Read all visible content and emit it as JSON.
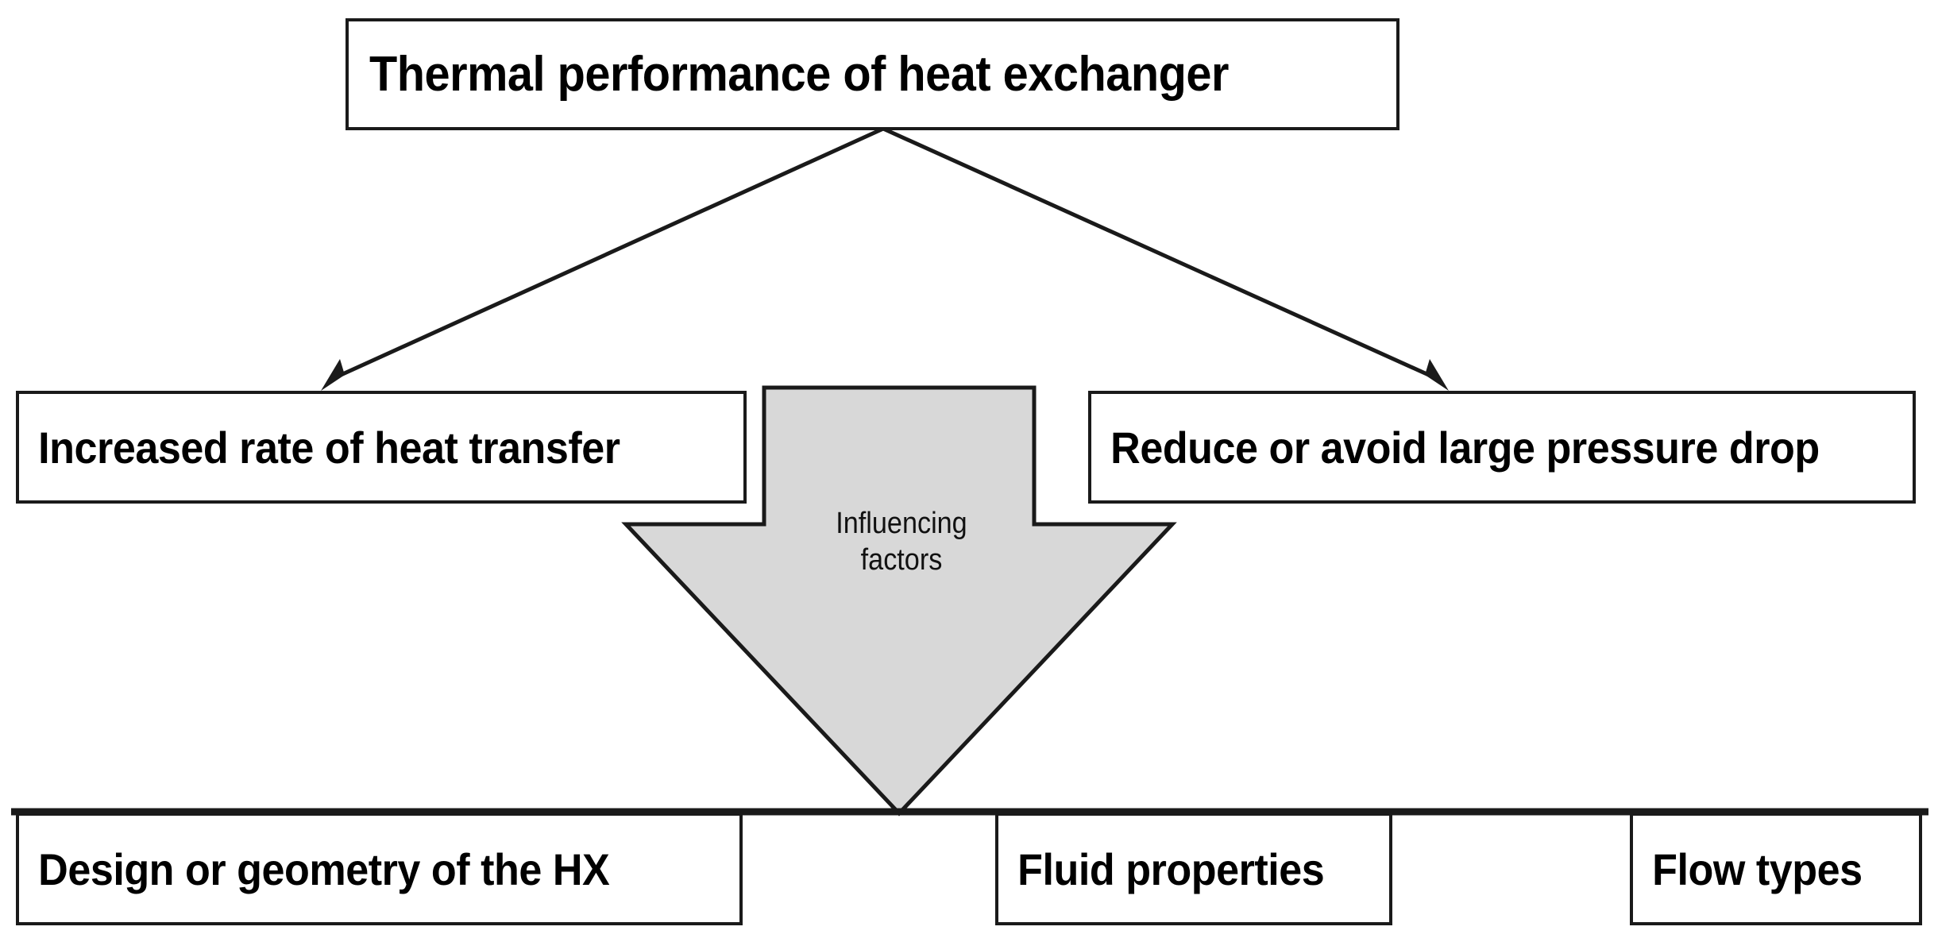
{
  "diagram": {
    "type": "flowchart",
    "title_node": {
      "id": "thermal-performance",
      "label": "Thermal performance of heat exchanger"
    },
    "goal_nodes": [
      {
        "id": "heat-transfer",
        "label": "Increased rate of heat transfer"
      },
      {
        "id": "pressure-drop",
        "label": "Reduce or avoid large pressure drop"
      }
    ],
    "influence_arrow": {
      "id": "influencing-factors",
      "label": "Influencing\nfactors",
      "direction": "down",
      "fill_color": "#D8D8D8",
      "stroke_color": "#1A1A1A"
    },
    "factor_nodes": [
      {
        "id": "design-geometry",
        "label": "Design or geometry of the HX"
      },
      {
        "id": "fluid-properties",
        "label": "Fluid properties"
      },
      {
        "id": "flow-types",
        "label": "Flow types"
      }
    ],
    "connectors": [
      {
        "id": "connector-to-heat-transfer",
        "from": "thermal-performance",
        "to": "heat-transfer",
        "style": "solid-arrow"
      },
      {
        "id": "connector-to-pressure-drop",
        "from": "thermal-performance",
        "to": "pressure-drop",
        "style": "solid-arrow"
      }
    ],
    "colors": {
      "background": "#FFFFFF",
      "box_fill": "#FFFFFF",
      "box_stroke": "#1A1A1A",
      "text": "#000000",
      "arrow_fill": "#D8D8D8"
    }
  }
}
